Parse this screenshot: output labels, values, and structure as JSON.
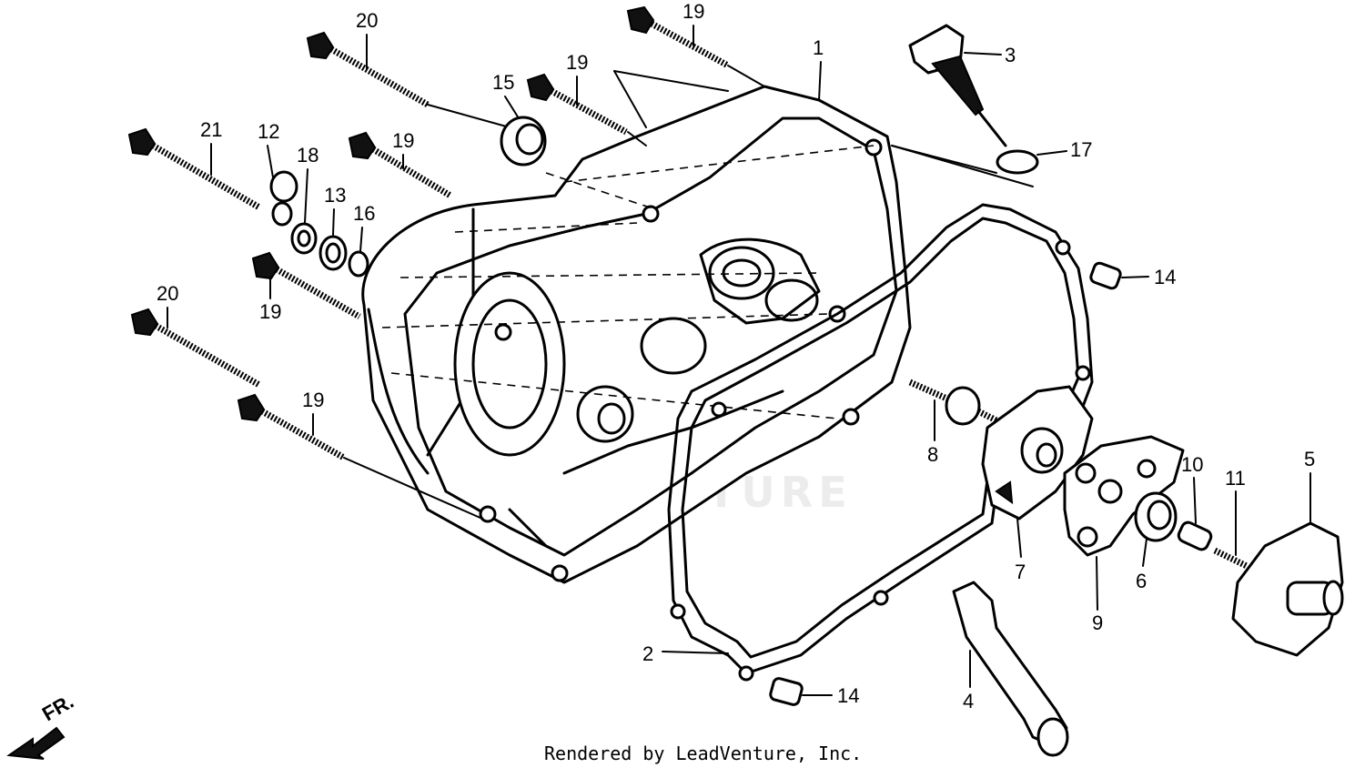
{
  "diagram": {
    "watermark": "LEADVENTURE",
    "footer": "Rendered by LeadVenture, Inc.",
    "front_marker": "FR.",
    "callouts": [
      {
        "id": "c1",
        "label": "1"
      },
      {
        "id": "c2",
        "label": "2"
      },
      {
        "id": "c3",
        "label": "3"
      },
      {
        "id": "c4",
        "label": "4"
      },
      {
        "id": "c5",
        "label": "5"
      },
      {
        "id": "c6",
        "label": "6"
      },
      {
        "id": "c7",
        "label": "7"
      },
      {
        "id": "c8",
        "label": "8"
      },
      {
        "id": "c9",
        "label": "9"
      },
      {
        "id": "c10",
        "label": "10"
      },
      {
        "id": "c11",
        "label": "11"
      },
      {
        "id": "c12",
        "label": "12"
      },
      {
        "id": "c13",
        "label": "13"
      },
      {
        "id": "c14a",
        "label": "14"
      },
      {
        "id": "c14b",
        "label": "14"
      },
      {
        "id": "c15",
        "label": "15"
      },
      {
        "id": "c16",
        "label": "16"
      },
      {
        "id": "c17",
        "label": "17"
      },
      {
        "id": "c18",
        "label": "18"
      },
      {
        "id": "c19a",
        "label": "19"
      },
      {
        "id": "c19b",
        "label": "19"
      },
      {
        "id": "c19c",
        "label": "19"
      },
      {
        "id": "c19d",
        "label": "19"
      },
      {
        "id": "c19e",
        "label": "19"
      },
      {
        "id": "c20a",
        "label": "20"
      },
      {
        "id": "c20b",
        "label": "20"
      },
      {
        "id": "c21",
        "label": "21"
      }
    ]
  }
}
